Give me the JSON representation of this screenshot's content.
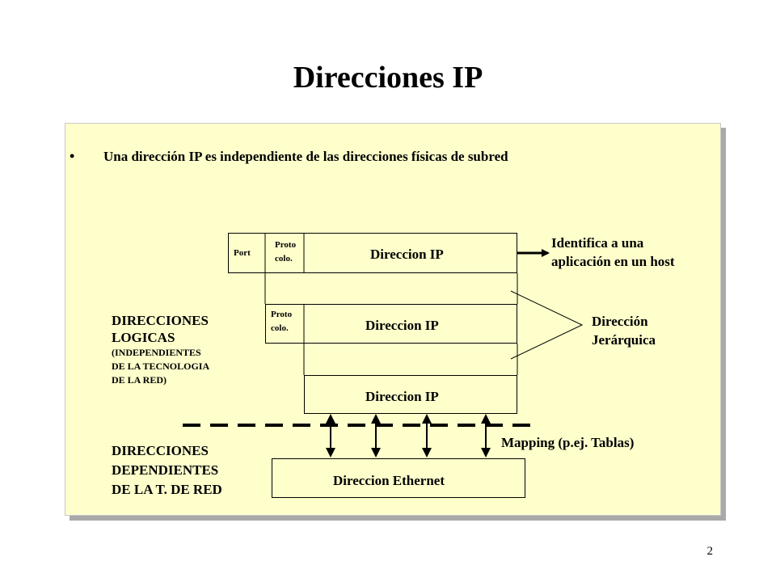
{
  "title": "Direcciones IP",
  "bullet": "Una dirección IP es independiente de las direcciones físicas de subred",
  "row1": {
    "port": "Port",
    "proto_1": "Proto",
    "proto_2": "colo.",
    "ip": "Direccion IP"
  },
  "row2": {
    "proto_1": "Proto",
    "proto_2": "colo.",
    "ip": "Direccion IP"
  },
  "row3": {
    "ip": "Direccion IP"
  },
  "ethernet": "Direccion Ethernet",
  "identifica": {
    "line1": "Identifica a una",
    "line2": "aplicación en un host"
  },
  "jerarquica": {
    "line1": "Dirección",
    "line2": "Jerárquica"
  },
  "logicas": {
    "line1": "DIRECCIONES",
    "line2": "LOGICAS",
    "line3": "(INDEPENDIENTES",
    "line4": "DE LA TECNOLOGIA",
    "line5": "DE LA RED)"
  },
  "dependientes": {
    "line1": "DIRECCIONES",
    "line2": "DEPENDIENTES",
    "line3": "DE LA T. DE RED"
  },
  "mapping": "Mapping (p.ej. Tablas)",
  "page_number": "2"
}
